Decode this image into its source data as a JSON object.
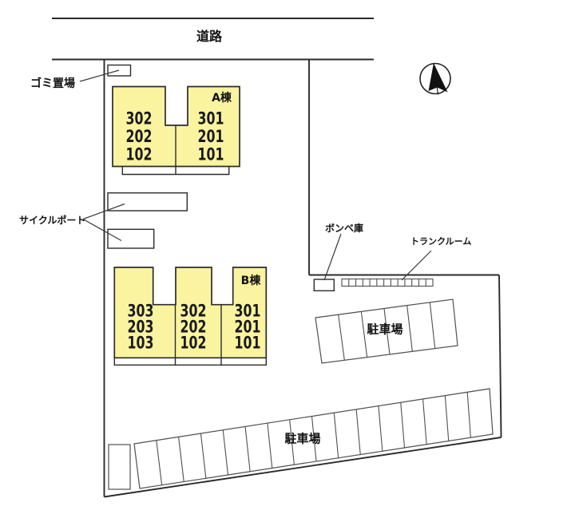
{
  "site_plan": {
    "road_label": "道路",
    "garbage_label": "ゴミ置場",
    "cycle_port_label": "サイクルポート",
    "gas_cylinder_label": "ボンベ庫",
    "trunk_room_label": "トランクルーム",
    "parking_upper_label": "駐車場",
    "parking_lower_label": "駐車場",
    "building_a": {
      "label": "A棟",
      "col1": [
        "302",
        "202",
        "102"
      ],
      "col2": [
        "301",
        "201",
        "101"
      ]
    },
    "building_b": {
      "label": "B棟",
      "col1": [
        "303",
        "203",
        "103"
      ],
      "col2": [
        "302",
        "202",
        "102"
      ],
      "col3": [
        "301",
        "201",
        "101"
      ]
    },
    "counts": {
      "upper_parking_stalls": 6,
      "lower_parking_stalls": 16,
      "trunk_room_cells": 13,
      "cycle_port_bays": 2,
      "buildings": 2
    },
    "colors": {
      "building_fill": "#faf4a1",
      "line": "#2b2b2b",
      "background": "#ffffff"
    },
    "icons": {
      "north_arrow": "north-arrow"
    }
  }
}
